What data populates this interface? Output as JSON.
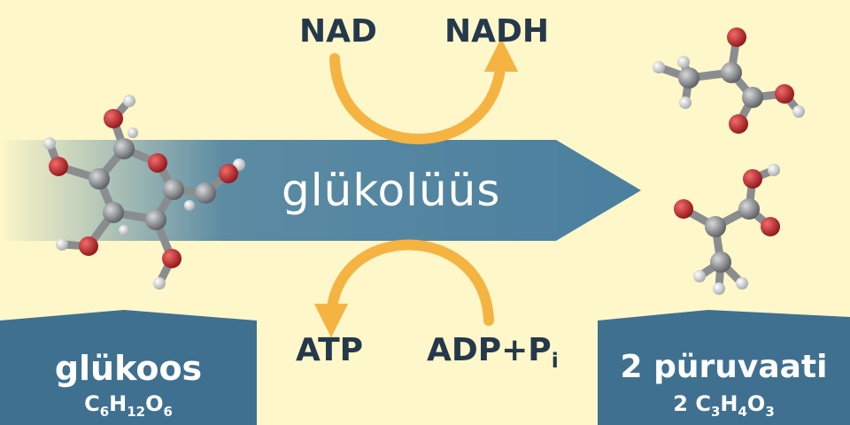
{
  "cofactors": {
    "nad": "NAD",
    "nadh": "NADH",
    "atp": "ATP",
    "adp": "ADP+P",
    "adp_subscript": "i"
  },
  "process_label": "glükolüüs",
  "input": {
    "name": "glükoos",
    "formula": [
      {
        "el": "C",
        "n": "6"
      },
      {
        "el": "H",
        "n": "12"
      },
      {
        "el": "O",
        "n": "6"
      }
    ]
  },
  "output": {
    "name": "2 püruvaati",
    "coefficient": "2",
    "formula": [
      {
        "el": "C",
        "n": "3"
      },
      {
        "el": "H",
        "n": "4"
      },
      {
        "el": "O",
        "n": "3"
      }
    ]
  },
  "colors": {
    "background": "#fdf7c9",
    "arrow": "#4a7f9f",
    "panel": "#3f7090",
    "cofactor_arrow": "#f5b342",
    "label_text": "#25384c",
    "atom_oxygen": "#c0282d",
    "atom_carbon": "#8c8f92",
    "atom_hydrogen": "#e8e8ea"
  }
}
